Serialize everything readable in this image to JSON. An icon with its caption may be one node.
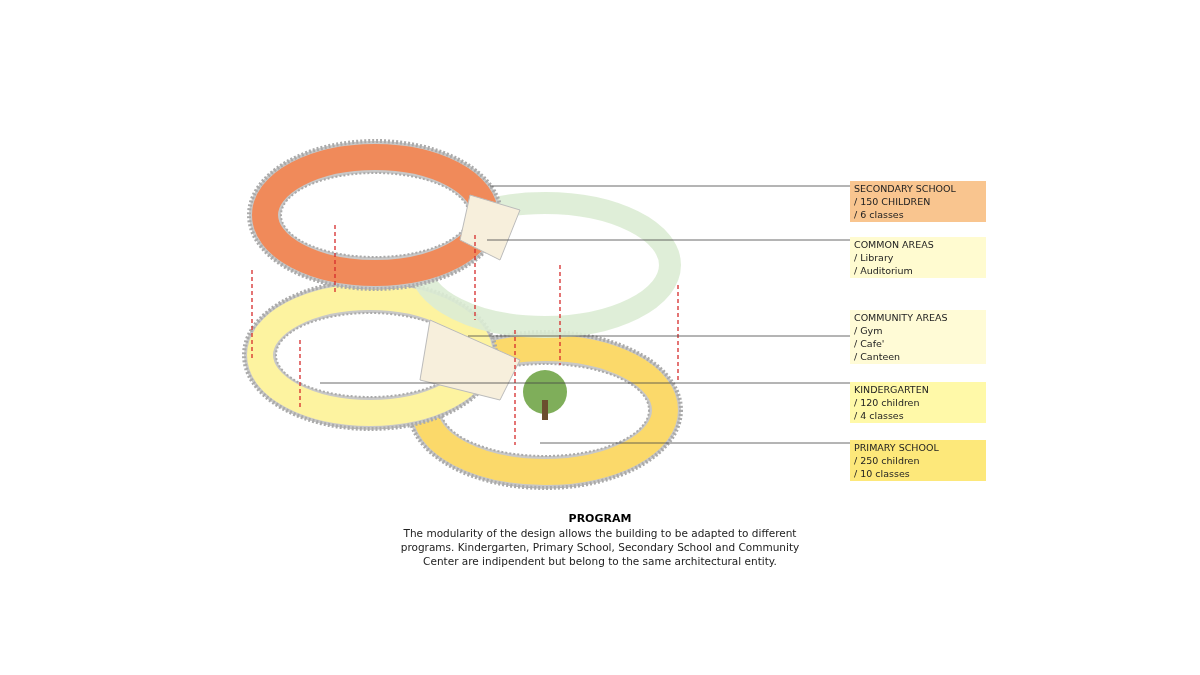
{
  "diagram": {
    "title": "PROGRAM",
    "caption": "The modularity of the design allows the building to be adapted to different programs. Kindergarten, Primary School, Secondary School and Community Center are indipendent but belong to the same architectural entity.",
    "nodes": [
      {
        "text": [
          "SECONDARY SCHOOL",
          "/ 150 CHILDREN",
          "/ 6 classes"
        ]
      },
      {
        "text": [
          "COMMON AREAS",
          "/ Library",
          "/ Auditorium"
        ]
      },
      {
        "text": [
          "COMMUNITY AREAS",
          "/ Gym",
          "/ Cafe'",
          "/ Canteen"
        ]
      },
      {
        "text": [
          "KINDERGARTEN",
          "/ 120 children",
          "/ 4 classes"
        ]
      },
      {
        "text": [
          "PRIMARY SCHOOL",
          "/ 250 children",
          "/ 10 classes"
        ]
      }
    ],
    "edges": [
      {
        "from": 0,
        "to": null,
        "arrow": "none"
      },
      {
        "from": 1,
        "to": null,
        "arrow": "none"
      },
      {
        "from": 2,
        "to": null,
        "arrow": "none"
      },
      {
        "from": 3,
        "to": null,
        "arrow": "none"
      },
      {
        "from": 4,
        "to": null,
        "arrow": "none"
      }
    ]
  }
}
